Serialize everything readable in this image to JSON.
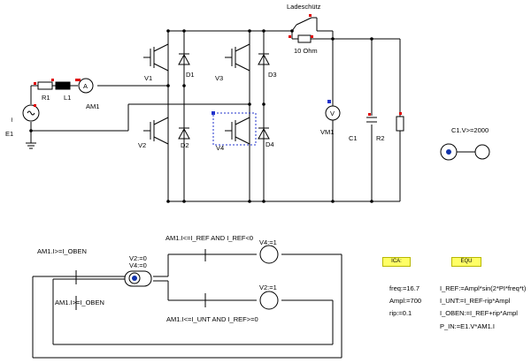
{
  "labels": {
    "ladeschuetz": "Ladeschütz",
    "r_charge": "10 Ohm",
    "r1": "R1",
    "l1": "L1",
    "am1": "AM1",
    "e1": "E1",
    "v1": "V1",
    "d1": "D1",
    "v3": "V3",
    "d3": "D3",
    "v2": "V2",
    "d2": "D2",
    "v4": "V4",
    "d4": "D4",
    "vm1": "VM1",
    "c1": "C1",
    "r2": "R2",
    "c1_init": "C1.V>=2000"
  },
  "control": {
    "cond_upper": "AM1.I>=I_OBEN",
    "cond_top": "AM1.I<=I_REF AND I_REF<0",
    "cond_left": "AM1.I>=I_OBEN",
    "cond_bottom": "AM1.I<=I_UNT AND I_REF>=0",
    "state_init_v2": "V2:=0",
    "state_init_v4": "V4:=0",
    "action_v4": "V4:=1",
    "action_v2": "V2:=1"
  },
  "ica": {
    "title": "ICA:",
    "params": [
      "freq:=16.7",
      "Ampl:=700",
      "rip:=0.1"
    ]
  },
  "equ": {
    "title": "EQU",
    "lines": [
      "I_REF:=Ampl*sin(2*PI*freq*t)",
      "I_UNT:=I_REF-rip*Ampl",
      "I_OBEN:=I_REF+rip*Ampl",
      "P_IN:=E1.V*AM1.I"
    ]
  },
  "colors": {
    "wire": "#000000",
    "marker": "#e00000",
    "selection": "#2233cc",
    "state_fill": "#1133aa",
    "panel": "#ffff66"
  }
}
